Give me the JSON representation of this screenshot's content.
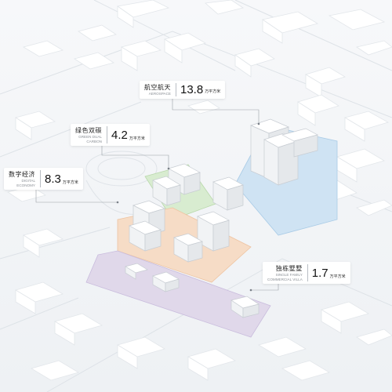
{
  "labels": [
    {
      "id": "aerospace",
      "cn": "航空航天",
      "en": [
        "AEROSPACE"
      ],
      "value": "13.8",
      "unit": "万平方米",
      "color": "#7fb7e6"
    },
    {
      "id": "green",
      "cn": "绿色双碳",
      "en": [
        "GREEN DUAL",
        "CARBON"
      ],
      "value": "4.2",
      "unit": "万平方米",
      "color": "#9cd38a"
    },
    {
      "id": "digital",
      "cn": "数字经济",
      "en": [
        "DIGITAL",
        "ECONOMY"
      ],
      "value": "8.3",
      "unit": "万平方米",
      "color": "#f2b07a"
    },
    {
      "id": "villa",
      "cn": "独栋墅墅",
      "en": [
        "SINGLE FAMILY",
        "COMMERCIAL VILLA"
      ],
      "value": "1.7",
      "unit": "万平方米",
      "color": "#b6a4d6"
    }
  ]
}
